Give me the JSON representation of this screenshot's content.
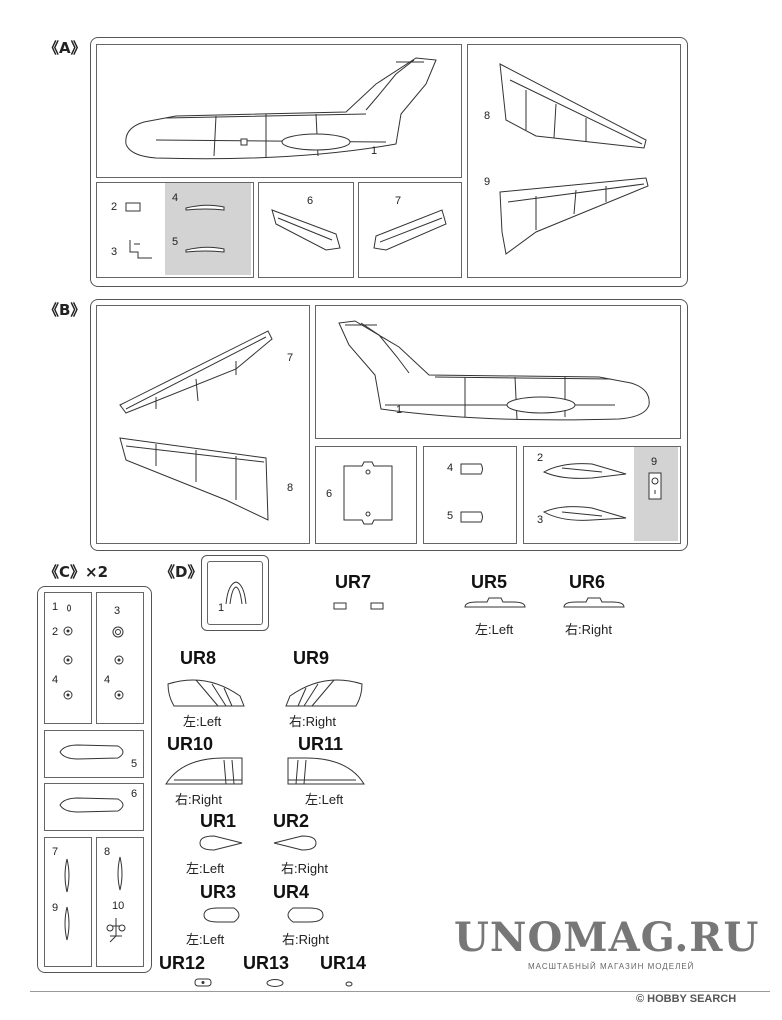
{
  "sections": {
    "a": "《A》",
    "b": "《B》",
    "c": "《C》×2",
    "d": "《D》"
  },
  "a_nums": {
    "n1": "1",
    "n2": "2",
    "n3": "3",
    "n4": "4",
    "n5": "5",
    "n6": "6",
    "n7": "7",
    "n8": "8",
    "n9": "9"
  },
  "b_nums": {
    "n1": "1",
    "n2": "2",
    "n3": "3",
    "n4": "4",
    "n5": "5",
    "n6": "6",
    "n7": "7",
    "n8": "8",
    "n9": "9"
  },
  "c_nums": {
    "n1": "1",
    "n2": "2",
    "n3": "3",
    "n4a": "4",
    "n4b": "4",
    "n5": "5",
    "n6": "6",
    "n7": "7",
    "n8": "8",
    "n9": "9",
    "n10": "10"
  },
  "d_nums": {
    "n1": "1"
  },
  "parts": {
    "ur7": "UR7",
    "ur5": "UR5",
    "ur6": "UR6",
    "ur8": "UR8",
    "ur9": "UR9",
    "ur10": "UR10",
    "ur11": "UR11",
    "ur1": "UR1",
    "ur2": "UR2",
    "ur3": "UR3",
    "ur4": "UR4",
    "ur12": "UR12",
    "ur13": "UR13",
    "ur14": "UR14"
  },
  "sides": {
    "ur5": "左:Left",
    "ur6": "右:Right",
    "ur8": "左:Left",
    "ur9": "右:Right",
    "ur10": "右:Right",
    "ur11": "左:Left",
    "ur1": "左:Left",
    "ur2": "右:Right",
    "ur3": "左:Left",
    "ur4": "右:Right"
  },
  "watermark": {
    "title": "UNOMAG.RU",
    "subtitle": "МАСШТАБНЫЙ МАГАЗИН МОДЕЛЕЙ"
  },
  "credit": "© HOBBY SEARCH"
}
